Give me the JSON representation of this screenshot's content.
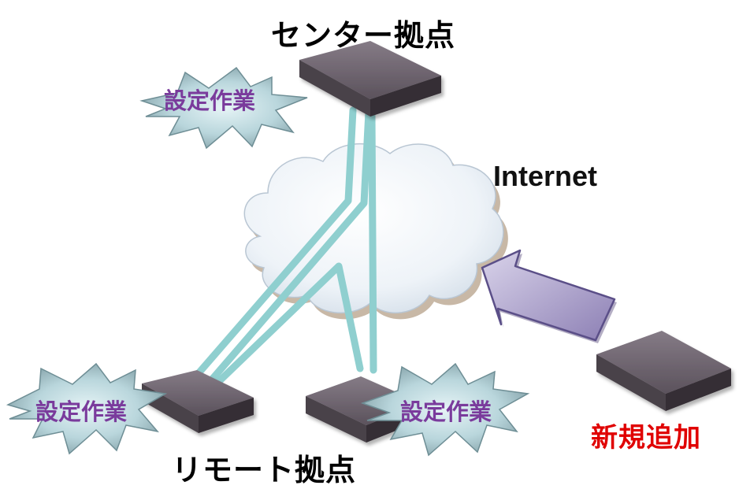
{
  "labels": {
    "center_site": "センター拠点",
    "remote_site": "リモート拠点",
    "internet": "Internet",
    "new_addition": "新規追加",
    "config_work_center": "設定作業",
    "config_work_remote_left": "設定作業",
    "config_work_remote_right": "設定作業"
  },
  "colors": {
    "link": "#8fcfcf",
    "burst_text": "#7a3b9c",
    "new_text": "#e00000",
    "arrow_fill": "#a99cc8",
    "device_top": "#6e6470",
    "device_side": "#3e363e"
  }
}
